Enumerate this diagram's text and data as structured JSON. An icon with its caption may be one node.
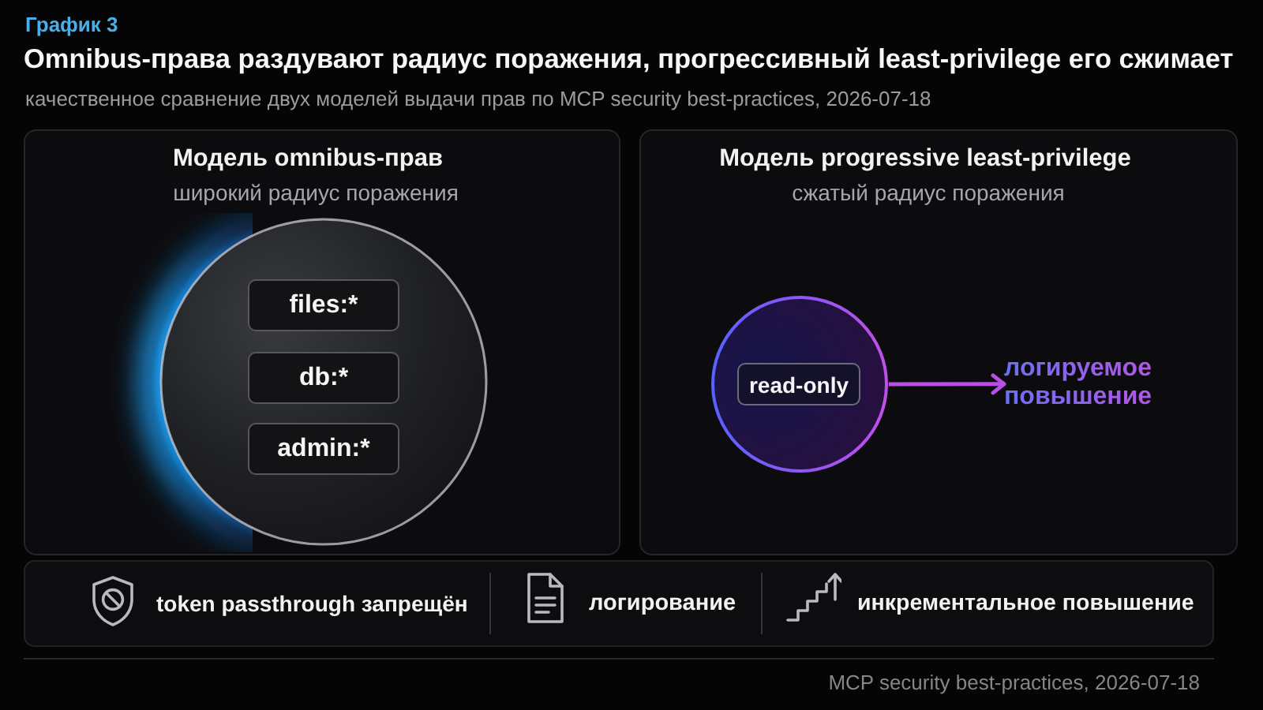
{
  "diagram": {
    "title": "Omnibus-права раздувают радиус поражения, прогрессивный least-privilege его сжимает",
    "nodes": [
      {
        "text": [
          "Модель omnibus-прав",
          "широкий радиус поражения"
        ]
      },
      {
        "text": [],
        "shape": "circle",
        "in": 0
      },
      {
        "text": [
          "files:*"
        ],
        "in": 1
      },
      {
        "text": [
          "db:*"
        ],
        "in": 1
      },
      {
        "text": [
          "admin:*"
        ],
        "in": 1
      },
      {
        "text": [
          "Модель progressive least-privilege",
          "сжатый радиус поражения"
        ]
      },
      {
        "text": [],
        "shape": "circle",
        "in": 5
      },
      {
        "text": [
          "read-only"
        ],
        "in": 6
      },
      {
        "text": [
          "логируемое повышение"
        ],
        "in": 5
      },
      {
        "text": [
          "token passthrough запрещён",
          "логирование",
          "инкрементальное повышение"
        ]
      }
    ],
    "edges": [
      {
        "from": 6,
        "to": 8,
        "arrow": "to",
        "color": "#b94fe4"
      }
    ],
    "labels": [
      "График 3",
      "качественное сравнение двух моделей выдачи прав по MCP security best-practices, 2026-07-18",
      "MCP security best-practices, 2026-07-18"
    ]
  }
}
